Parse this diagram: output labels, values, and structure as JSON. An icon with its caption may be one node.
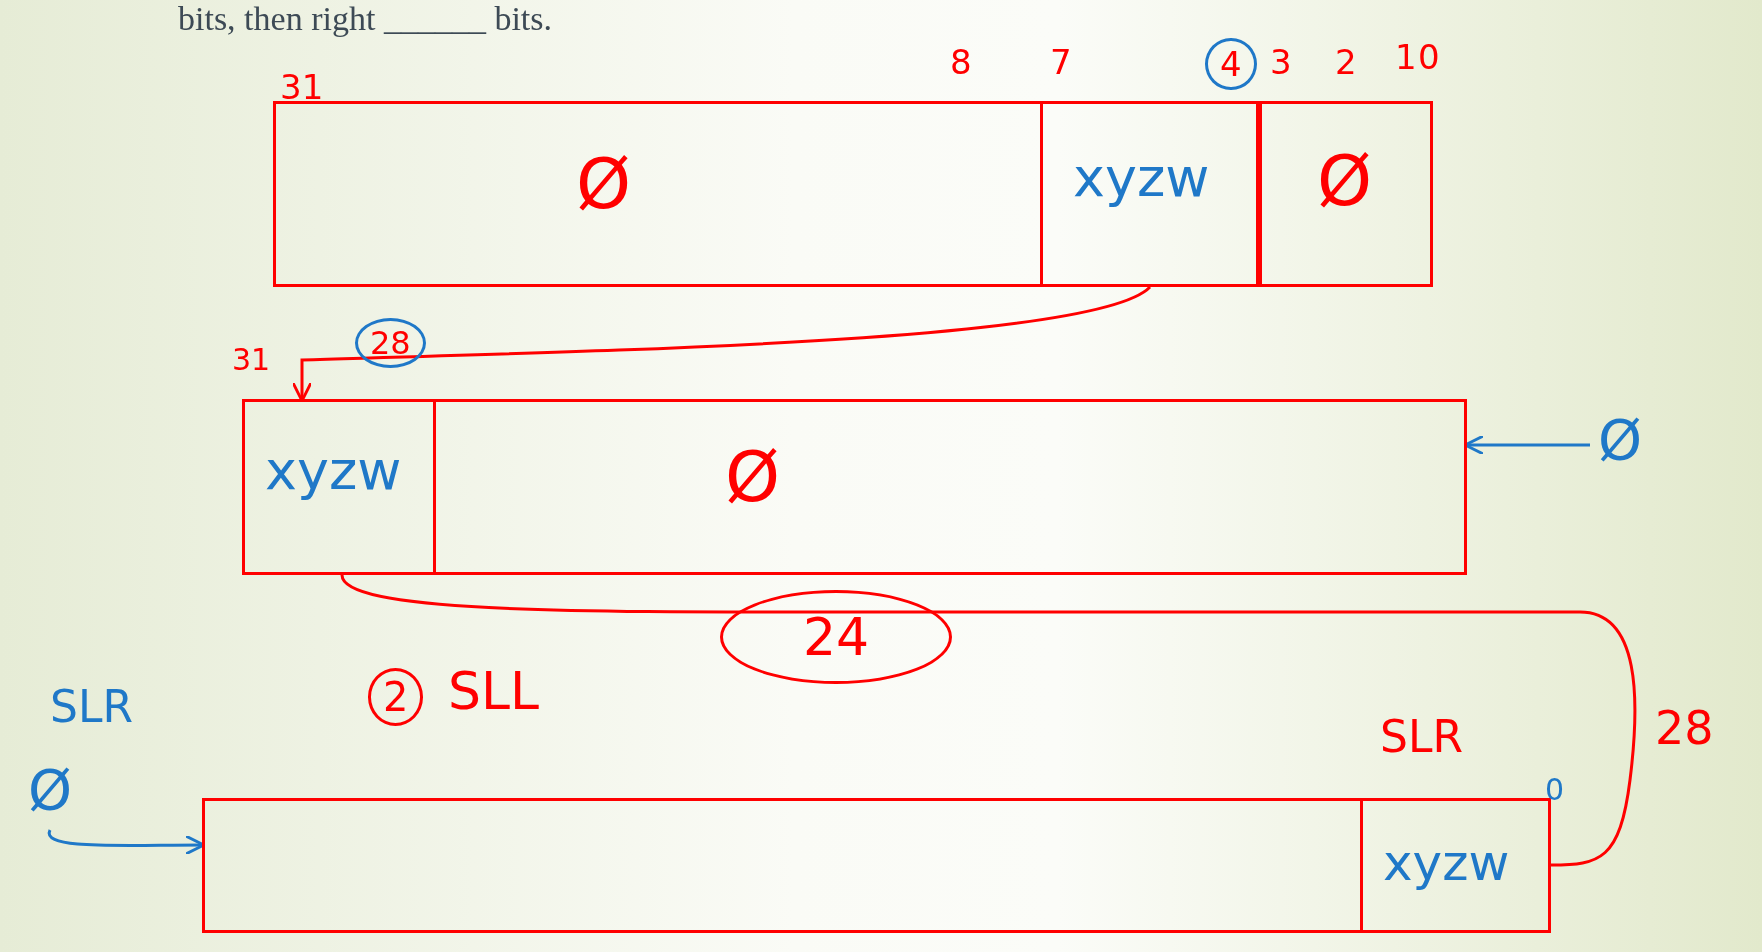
{
  "diagram": {
    "nodes": [
      {
        "text": [
          "Ø"
        ]
      },
      {
        "text": [
          "xyzw"
        ],
        "in": 0
      },
      {
        "text": [
          "Ø"
        ],
        "in": 0
      },
      {
        "text": [
          "Ø"
        ]
      },
      {
        "text": [
          "xyzw"
        ],
        "in": 3
      },
      {
        "text": [],
        "shape": "bar"
      },
      {
        "text": [
          "xyzw"
        ],
        "in": 5
      },
      {
        "text": [
          "Ø"
        ]
      },
      {
        "text": [
          "Ø"
        ]
      }
    ],
    "edges": [
      {
        "from": 1,
        "to": 4,
        "arrow": "to"
      },
      {
        "from": 4,
        "to": 6,
        "arrow": "none"
      },
      {
        "from": 7,
        "to": 3,
        "arrow": "to",
        "color": "#1f78c8"
      },
      {
        "from": 8,
        "to": 5,
        "arrow": "to",
        "color": "#1f78c8"
      }
    ],
    "labels": [
      "bits, then right ______ bits.",
      "31",
      "8",
      "7",
      "4",
      "3",
      "2",
      "1",
      "0",
      "31",
      "28",
      "SLR",
      "2",
      "SLL",
      "24",
      "SLR",
      "28",
      "0"
    ]
  }
}
